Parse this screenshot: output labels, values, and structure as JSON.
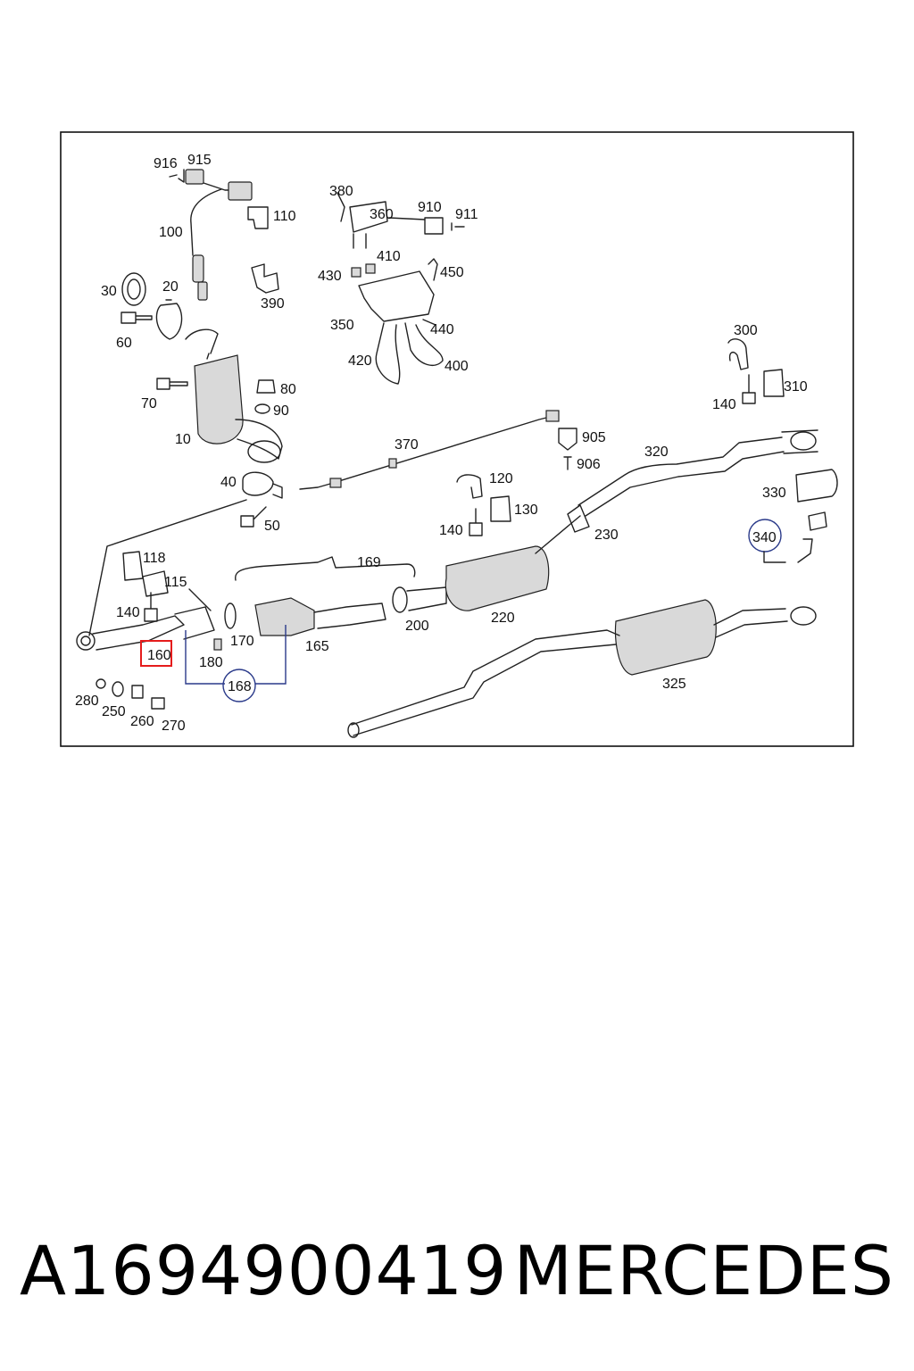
{
  "caption": {
    "part_number": "A1694900419",
    "brand": "MERCEDES"
  },
  "diagram": {
    "highlighted_part": "160",
    "highlight_color": "#e51c1c",
    "callouts": [
      "916",
      "915",
      "110",
      "100",
      "380",
      "360",
      "910",
      "911",
      "410",
      "430",
      "450",
      "30",
      "20",
      "60",
      "390",
      "350",
      "440",
      "420",
      "400",
      "300",
      "310",
      "70",
      "80",
      "90",
      "140",
      "10",
      "905",
      "906",
      "370",
      "320",
      "120",
      "40",
      "330",
      "130",
      "50",
      "230",
      "340",
      "118",
      "169",
      "115",
      "200",
      "220",
      "170",
      "165",
      "180",
      "168",
      "325",
      "280",
      "250",
      "260",
      "270"
    ]
  }
}
